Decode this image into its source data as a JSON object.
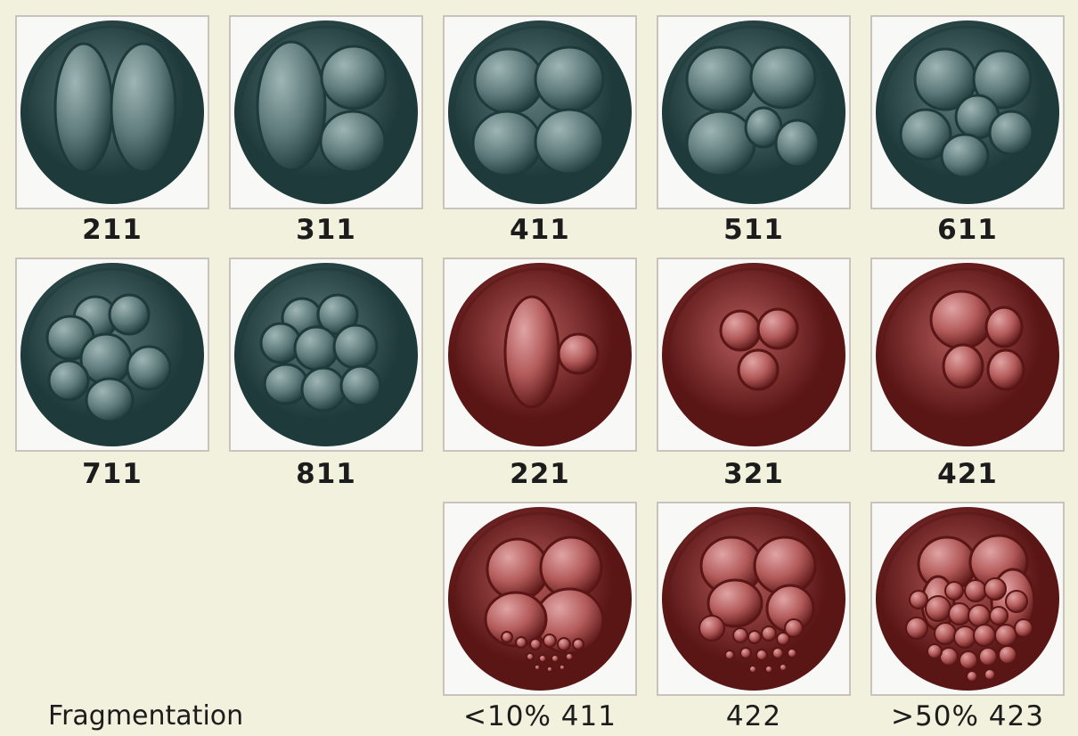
{
  "figure": {
    "fragmentation_label": "Fragmentation",
    "embryos": [
      {
        "label": "211",
        "cells": 2,
        "color": "green"
      },
      {
        "label": "311",
        "cells": 3,
        "color": "green"
      },
      {
        "label": "411",
        "cells": 4,
        "color": "green"
      },
      {
        "label": "511",
        "cells": 5,
        "color": "green"
      },
      {
        "label": "611",
        "cells": 6,
        "color": "green"
      },
      {
        "label": "711",
        "cells": 7,
        "color": "green"
      },
      {
        "label": "811",
        "cells": 8,
        "color": "green"
      },
      {
        "label": "221",
        "cells": 2,
        "color": "red"
      },
      {
        "label": "321",
        "cells": 3,
        "color": "red"
      },
      {
        "label": "421",
        "cells": 4,
        "color": "red"
      },
      {
        "label": "<10% 411",
        "cells": 4,
        "color": "red",
        "fragmentation": "low"
      },
      {
        "label": "422",
        "cells": 4,
        "color": "red",
        "fragmentation": "medium"
      },
      {
        "label": ">50% 423",
        "cells": 4,
        "color": "red",
        "fragmentation": "high"
      }
    ]
  },
  "palette": {
    "green_outer": "#1f3a3a",
    "green_inner": "#5f7b7b",
    "red_outer": "#5a1515",
    "red_inner": "#b35a5a",
    "tile_bg": "#f8f8f6",
    "page_bg": "#f1f1dd"
  }
}
